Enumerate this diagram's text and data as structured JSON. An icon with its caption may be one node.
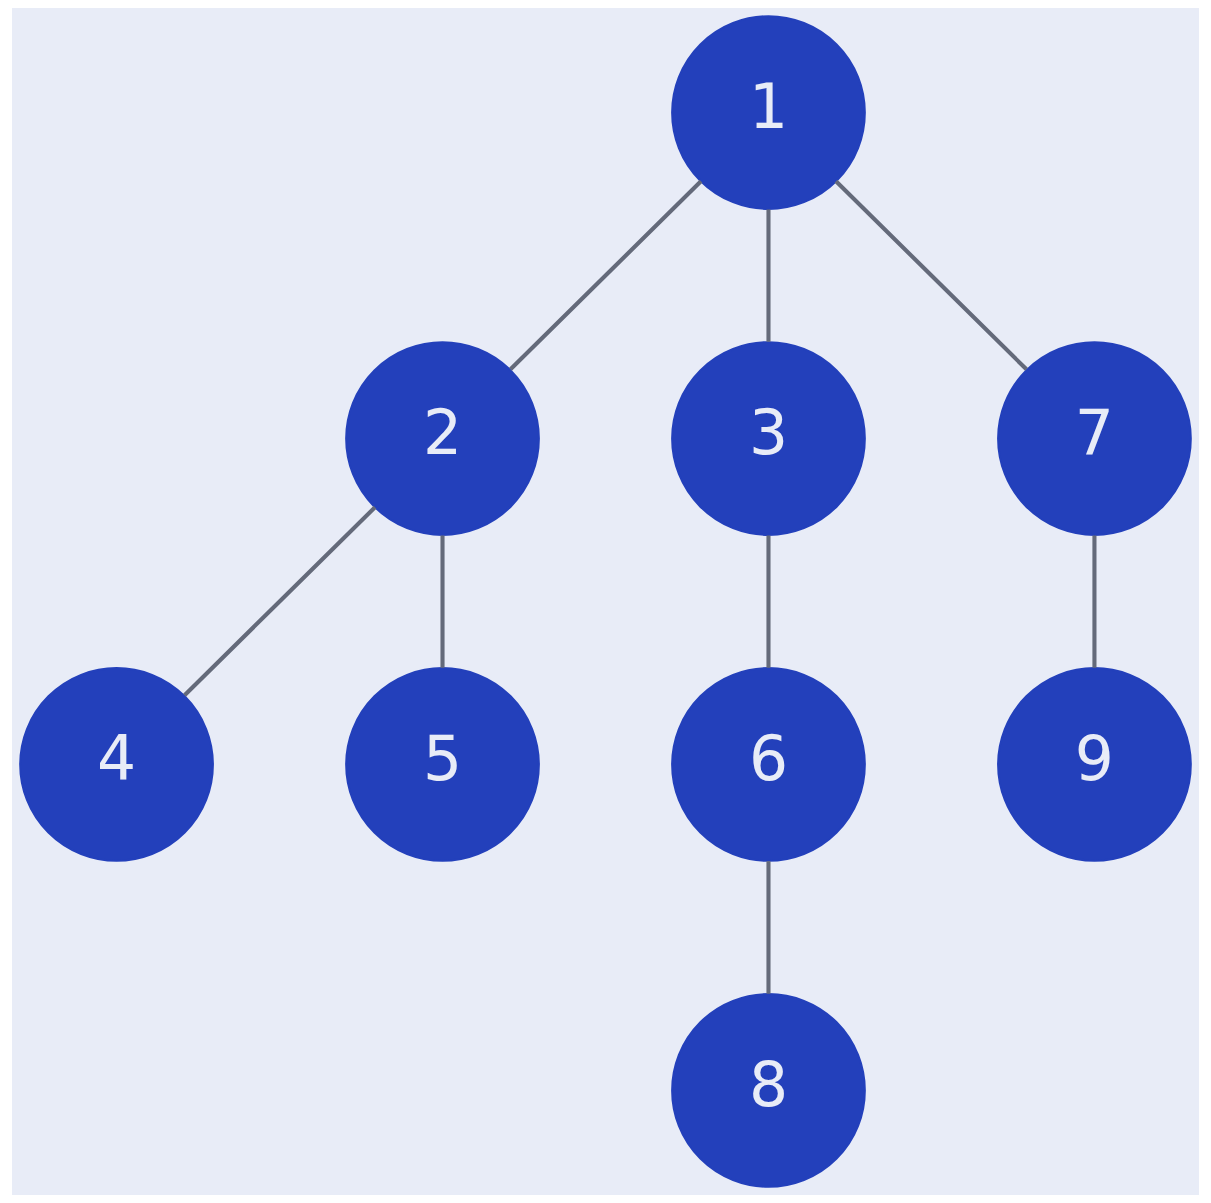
{
  "diagram": {
    "nodes": [
      {
        "text": [
          "1"
        ]
      },
      {
        "text": [
          "2"
        ]
      },
      {
        "text": [
          "3"
        ]
      },
      {
        "text": [
          "7"
        ]
      },
      {
        "text": [
          "4"
        ]
      },
      {
        "text": [
          "5"
        ]
      },
      {
        "text": [
          "6"
        ]
      },
      {
        "text": [
          "9"
        ]
      },
      {
        "text": [
          "8"
        ]
      }
    ],
    "edges": [
      {
        "from": 0,
        "to": 1,
        "arrow": "none"
      },
      {
        "from": 0,
        "to": 2,
        "arrow": "none"
      },
      {
        "from": 0,
        "to": 3,
        "arrow": "none"
      },
      {
        "from": 1,
        "to": 4,
        "arrow": "none"
      },
      {
        "from": 1,
        "to": 5,
        "arrow": "none"
      },
      {
        "from": 2,
        "to": 6,
        "arrow": "none"
      },
      {
        "from": 3,
        "to": 7,
        "arrow": "none"
      },
      {
        "from": 6,
        "to": 8,
        "arrow": "none"
      }
    ]
  }
}
